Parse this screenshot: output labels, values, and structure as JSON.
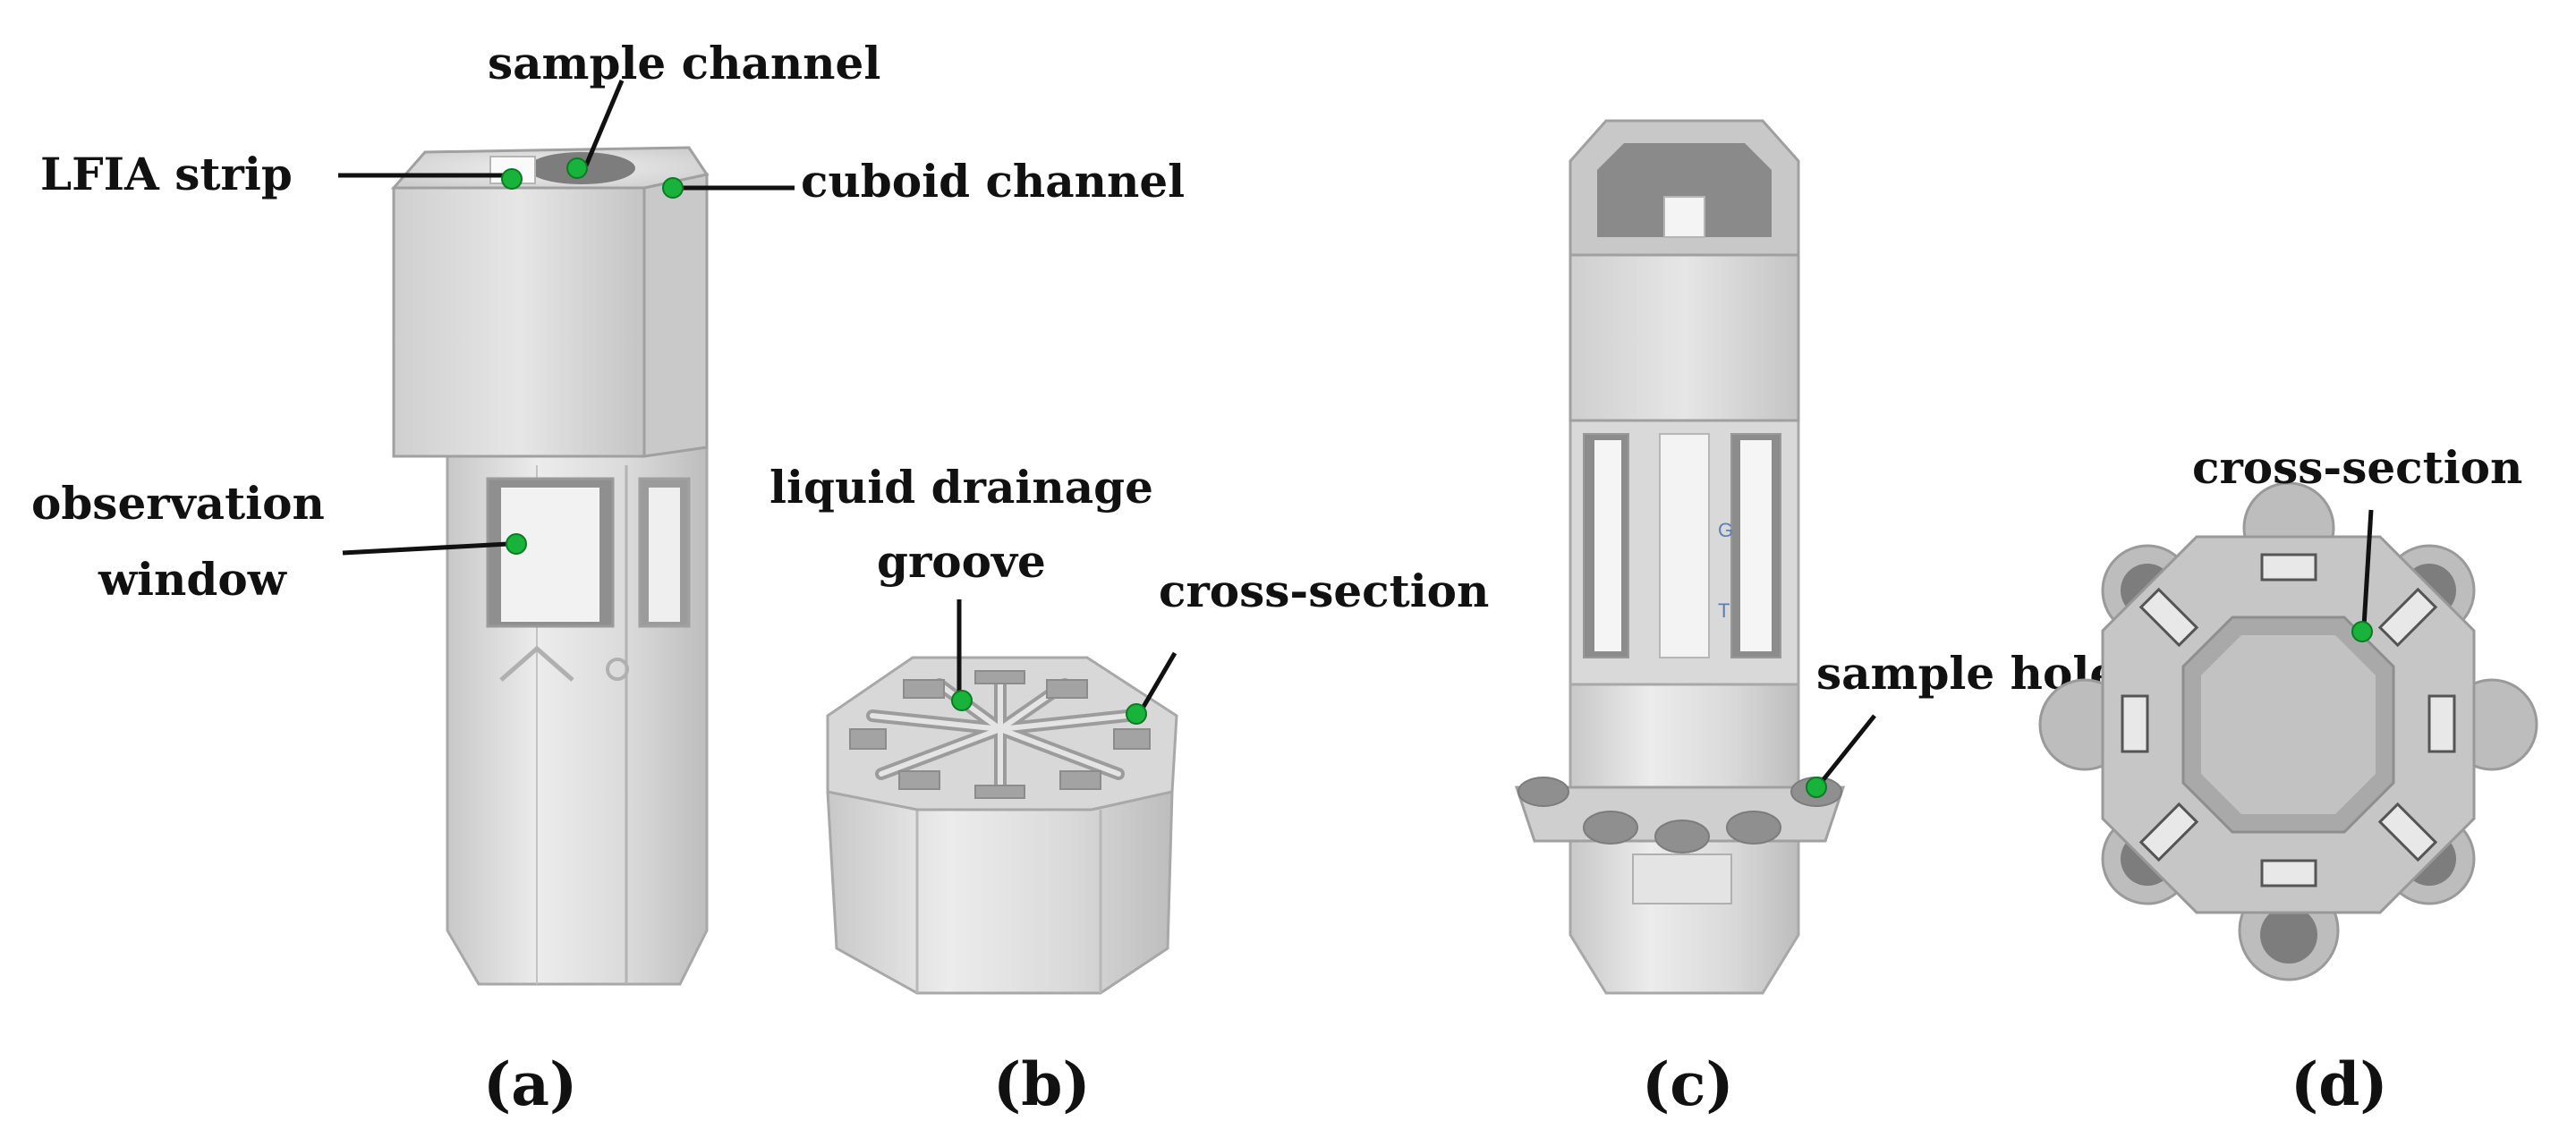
{
  "panels": {
    "a": {
      "caption": "(a)",
      "labels": {
        "sample_channel": "sample channel",
        "lfia_strip": "LFIA strip",
        "cuboid_channel": "cuboid channel",
        "observation_window_line1": "observation",
        "observation_window_line2": "window"
      }
    },
    "b": {
      "caption": "(b)",
      "labels": {
        "liquid_drainage_line1": "liquid drainage",
        "liquid_drainage_line2": "groove",
        "cross_section": "cross-section"
      }
    },
    "c": {
      "caption": "(c)",
      "labels": {
        "sample_hole": "sample hole"
      }
    },
    "d": {
      "caption": "(d)",
      "labels": {
        "cross_section": "cross-section"
      }
    }
  },
  "colors": {
    "body": "#dcdcdc",
    "body_light": "#ececec",
    "body_shade": "#b9b9b9",
    "marker": "#18b33b",
    "text": "#111111"
  }
}
